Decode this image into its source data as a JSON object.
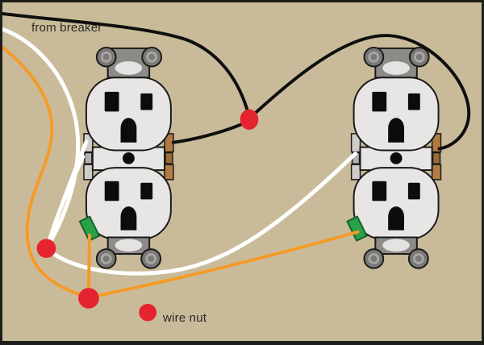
{
  "labels": {
    "from_breaker": "from breaker",
    "legend_wire_nut": "wire nut"
  },
  "colors": {
    "background": "#c9bb99",
    "frame": "#1e1e1c",
    "outlet-face": "#e7e6e4",
    "bracket": "#8d8b88",
    "screw": "#7b7977",
    "screw-ring": "#a8a6a3",
    "slot": "#0c0c0c",
    "oval": "#e4e3e1",
    "silver": "#cfcdca",
    "silver-dark": "#b3b1ae",
    "brass": "#b17c43",
    "brass-dark": "#9a6b39",
    "green": "#2aa147",
    "green-dark": "#16612c",
    "outline": "#1a1a1a",
    "wire-hot": "#0e0e0e",
    "wire-neutral": "#ffffff",
    "wire-ground": "#f59a28",
    "wire-nut-red": "#e62430",
    "label-text": "#2b2b28"
  },
  "components": {
    "outlets": [
      "left-duplex-receptacle",
      "right-duplex-receptacle"
    ],
    "wires": [
      {
        "name": "hot-wire-from-breaker",
        "color_key": "wire-hot"
      },
      {
        "name": "neutral-wire",
        "color_key": "wire-neutral"
      },
      {
        "name": "ground-wire",
        "color_key": "wire-ground"
      }
    ],
    "wire_nuts": [
      "hot-splice",
      "neutral-splice",
      "ground-splice"
    ],
    "legend_symbol": "wire-nut-dot"
  }
}
